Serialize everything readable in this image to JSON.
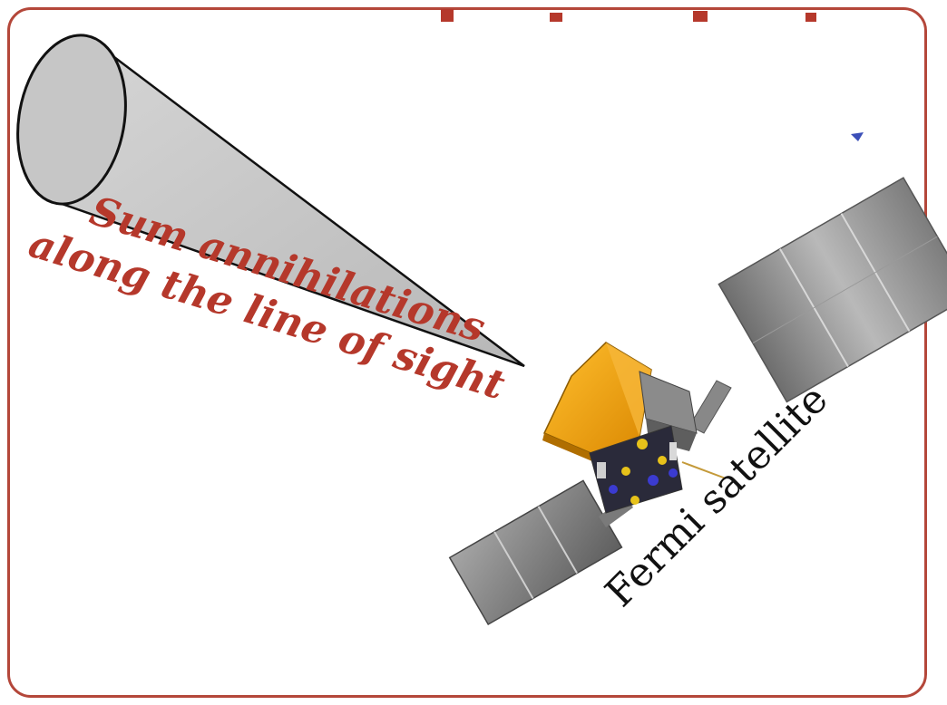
{
  "diagram": {
    "caption": {
      "line1": "Sum annihilations",
      "line2": "along the line of sight",
      "color": "#b5382b"
    },
    "satellite_label": "Fermi satellite",
    "colors": {
      "frame": "#b4473a",
      "cone_fill": "#c9c9c9",
      "body_gold": "#f0a20f",
      "panel_gray": "#8f8f8f"
    }
  }
}
